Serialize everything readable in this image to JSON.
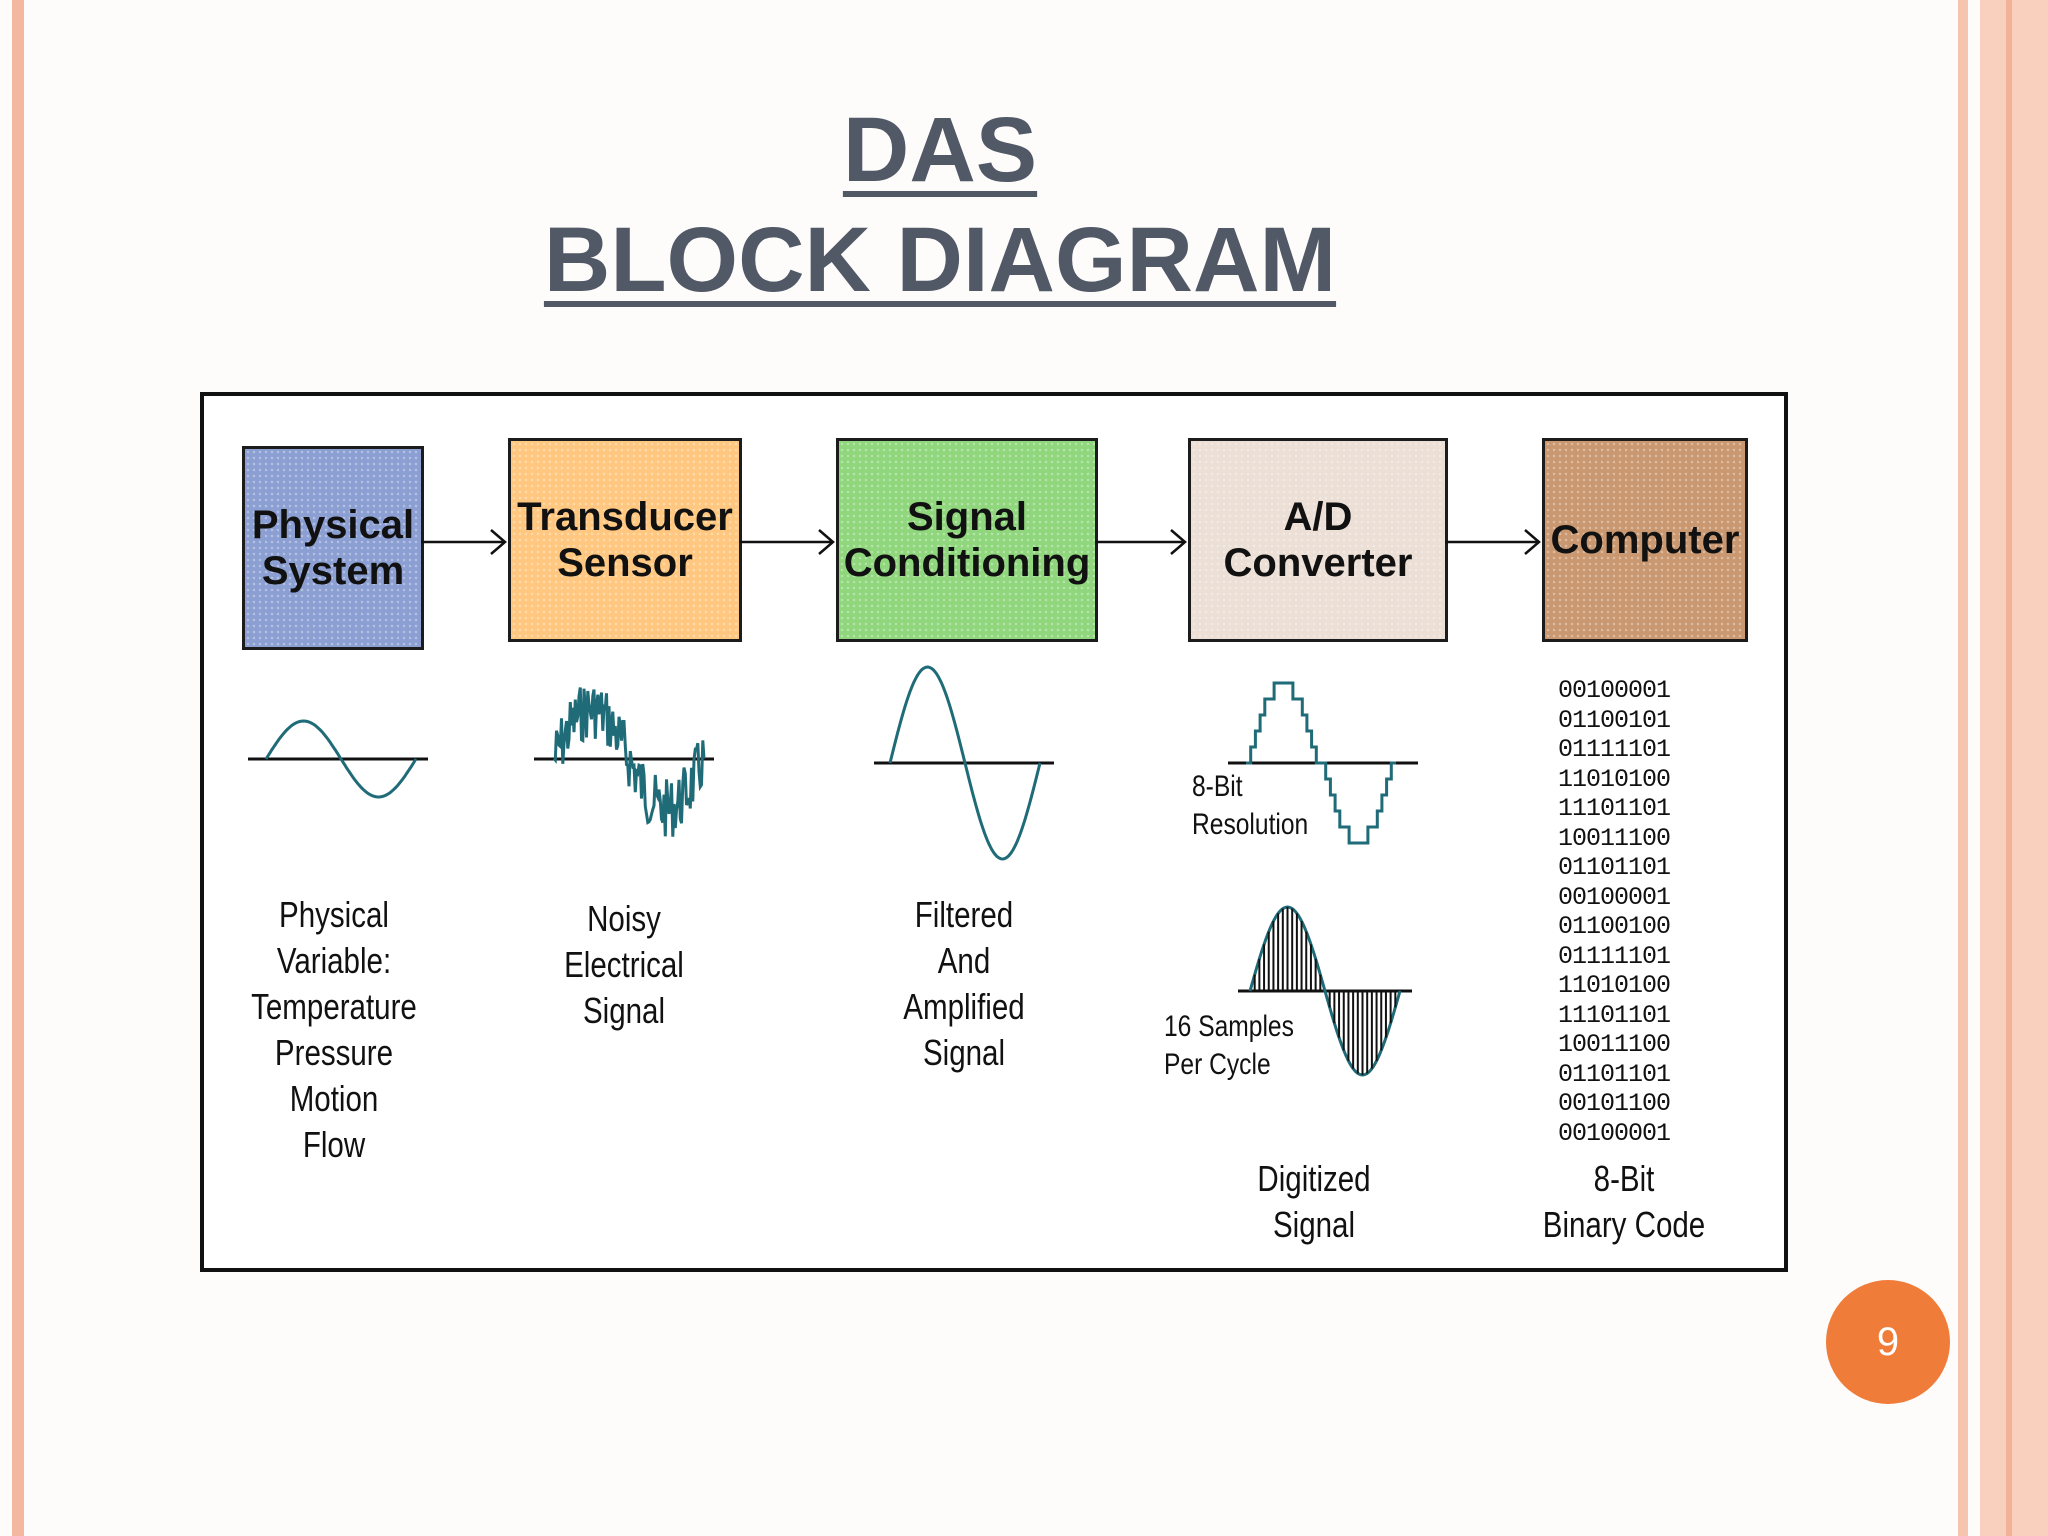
{
  "title": {
    "line1": "DAS",
    "line2": "BLOCK DIAGRAM"
  },
  "blocks": [
    {
      "label": "Physical\nSystem",
      "color": "#8c9fd3"
    },
    {
      "label": "Transducer\nSensor",
      "color": "#ffc77f"
    },
    {
      "label": "Signal\nConditioning",
      "color": "#8fd67d"
    },
    {
      "label": "A/D\nConverter",
      "color": "#ecdfd6"
    },
    {
      "label": "Computer",
      "color": "#c99870"
    }
  ],
  "captions": {
    "physical": "Physical\nVariable:\nTemperature\nPressure\nMotion\nFlow",
    "noisy": "Noisy\nElectrical\nSignal",
    "filtered": "Filtered\nAnd\nAmplified\nSignal",
    "resolution": "8-Bit\nResolution",
    "samples": "16 Samples\nPer Cycle",
    "digitized": "Digitized\nSignal",
    "binary_caption": "8-Bit\nBinary Code"
  },
  "binary_codes": [
    "00100001",
    "01100101",
    "01111101",
    "11010100",
    "11101101",
    "10011100",
    "01101101",
    "00100001",
    "01100100",
    "01111101",
    "11010100",
    "11101101",
    "10011100",
    "01101101",
    "00101100",
    "00100001"
  ],
  "page_number": "9",
  "colors": {
    "signal": "#1f6b78",
    "title": "#515866",
    "badge": "#f07c3a",
    "frame_outer": "#f6c2aa",
    "frame_inner": "#f9d2c0"
  }
}
